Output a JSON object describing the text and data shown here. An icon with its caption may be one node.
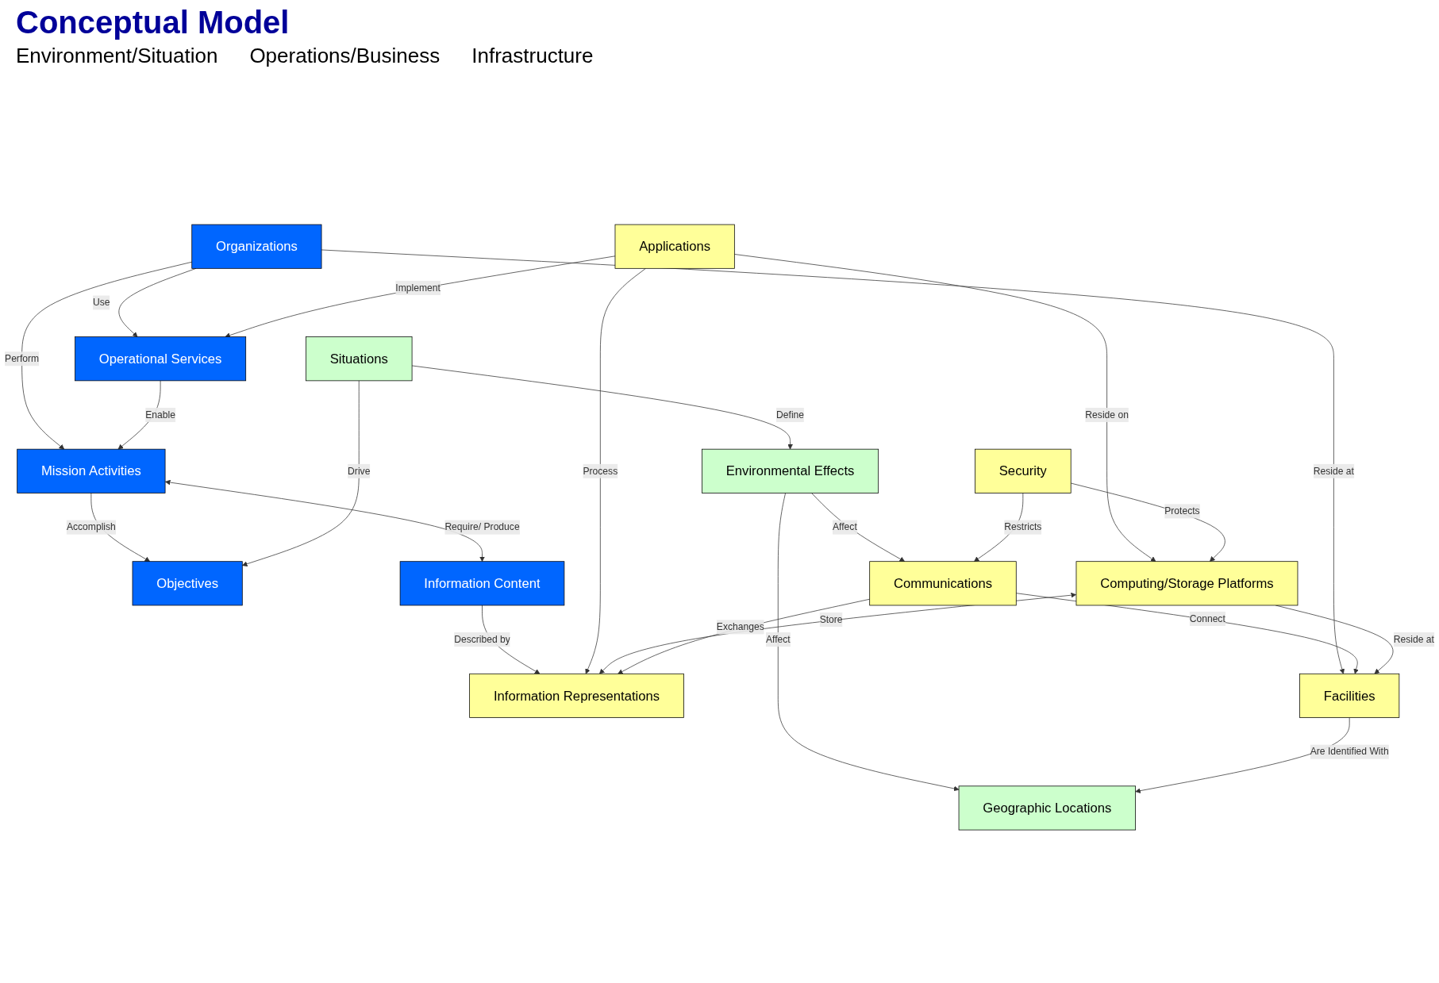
{
  "diagram": {
    "title": "Conceptual Model",
    "nodes": [
      {
        "text": [
          "Mission Activities"
        ]
      },
      {
        "text": [
          "Objectives"
        ]
      },
      {
        "text": [
          "Situations"
        ]
      },
      {
        "text": [
          "Organizations"
        ]
      },
      {
        "text": [
          "Environmental Effects"
        ]
      },
      {
        "text": [
          "Operational Services"
        ]
      },
      {
        "text": [
          "Information Content"
        ]
      },
      {
        "text": [
          "Geographic Locations"
        ]
      },
      {
        "text": [
          "Applications"
        ]
      },
      {
        "text": [
          "Information Representations"
        ]
      },
      {
        "text": [
          "Security"
        ]
      },
      {
        "text": [
          "Communications"
        ]
      },
      {
        "text": [
          "Computing/Storage Platforms"
        ]
      },
      {
        "text": [
          "Facilities"
        ]
      }
    ],
    "edges": [
      {
        "from": 0,
        "to": 1,
        "label": "Accomplish",
        "arrow": "to"
      },
      {
        "from": 2,
        "to": 1,
        "label": "Drive",
        "arrow": "to"
      },
      {
        "from": 3,
        "to": 0,
        "label": "Perform",
        "arrow": "to"
      },
      {
        "from": 0,
        "to": 6,
        "label": "Require/ Produce",
        "arrow": "both"
      },
      {
        "from": 5,
        "to": 0,
        "label": "Enable",
        "arrow": "to"
      },
      {
        "from": 3,
        "to": 5,
        "label": "Use",
        "arrow": "to"
      },
      {
        "from": 3,
        "to": 13,
        "label": "Reside at",
        "arrow": "to"
      },
      {
        "from": 2,
        "to": 4,
        "label": "Define",
        "arrow": "to"
      },
      {
        "from": 4,
        "to": 7,
        "label": "Affect",
        "arrow": "to"
      },
      {
        "from": 4,
        "to": 11,
        "label": "Affect",
        "arrow": "to"
      },
      {
        "from": 6,
        "to": 9,
        "label": "Described by",
        "arrow": "to"
      },
      {
        "from": 8,
        "to": 5,
        "label": "Implement",
        "arrow": "to"
      },
      {
        "from": 8,
        "to": 9,
        "label": "Process",
        "arrow": "to"
      },
      {
        "from": 8,
        "to": 12,
        "label": "Reside on",
        "arrow": "to"
      },
      {
        "from": 12,
        "to": 9,
        "label": "Store",
        "arrow": "both"
      },
      {
        "from": 10,
        "to": 12,
        "label": "Protects",
        "arrow": "to"
      },
      {
        "from": 10,
        "to": 11,
        "label": "Restricts",
        "arrow": "to"
      },
      {
        "from": 11,
        "to": 9,
        "label": "Exchanges",
        "arrow": "to"
      },
      {
        "from": 11,
        "to": 13,
        "label": "Connect",
        "arrow": "to"
      },
      {
        "from": 13,
        "to": 7,
        "label": "Are Identified With",
        "arrow": "to"
      },
      {
        "from": 12,
        "to": 13,
        "label": "Reside at",
        "arrow": "to"
      }
    ],
    "labels": [
      "Environment/Situation",
      "Operations/Business",
      "Infrastructure"
    ]
  }
}
